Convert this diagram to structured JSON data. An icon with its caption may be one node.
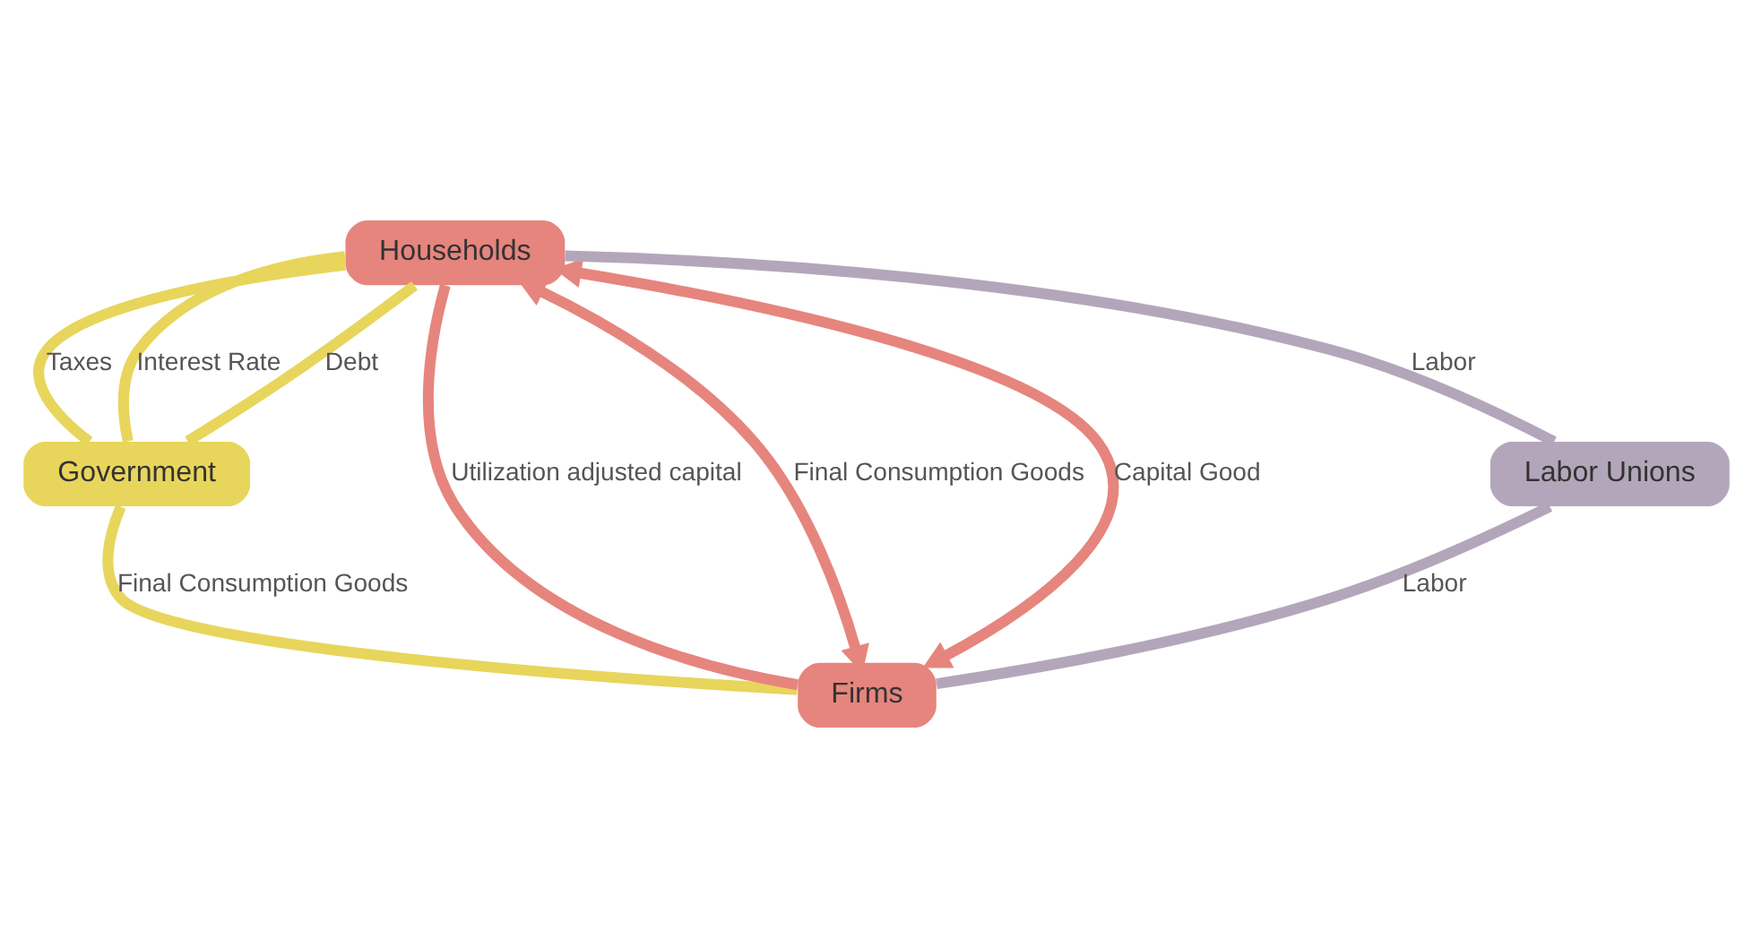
{
  "diagram": {
    "nodes": [
      {
        "text": [
          "Government"
        ]
      },
      {
        "text": [
          "Households"
        ]
      },
      {
        "text": [
          "Firms"
        ]
      },
      {
        "text": [
          "Labor Unions"
        ]
      }
    ],
    "edges": [
      {
        "from": 0,
        "to": 1,
        "arrow": "none",
        "label": "Interest Rate",
        "color": "#e8d55c"
      },
      {
        "from": 1,
        "to": 0,
        "arrow": "none",
        "label": "Debt",
        "color": "#e8d55c"
      },
      {
        "from": 1,
        "to": 0,
        "arrow": "none",
        "label": "Taxes",
        "color": "#e8d55c"
      },
      {
        "from": 0,
        "to": 2,
        "arrow": "none",
        "label": "Final Consumption Goods",
        "color": "#e8d55c"
      },
      {
        "from": 2,
        "to": 1,
        "arrow": "both",
        "label": "Final Consumption Goods",
        "color": "#e6857d"
      },
      {
        "from": 2,
        "to": 1,
        "arrow": "both",
        "label": "Capital Good",
        "color": "#e6857d"
      },
      {
        "from": 1,
        "to": 2,
        "arrow": "none",
        "label": "Utilization adjusted capital",
        "color": "#e6857d"
      },
      {
        "from": 3,
        "to": 1,
        "arrow": "none",
        "label": "Labor",
        "color": "#b4a6ba"
      },
      {
        "from": 3,
        "to": 2,
        "arrow": "none",
        "label": "Labor",
        "color": "#b4a6ba"
      }
    ]
  }
}
